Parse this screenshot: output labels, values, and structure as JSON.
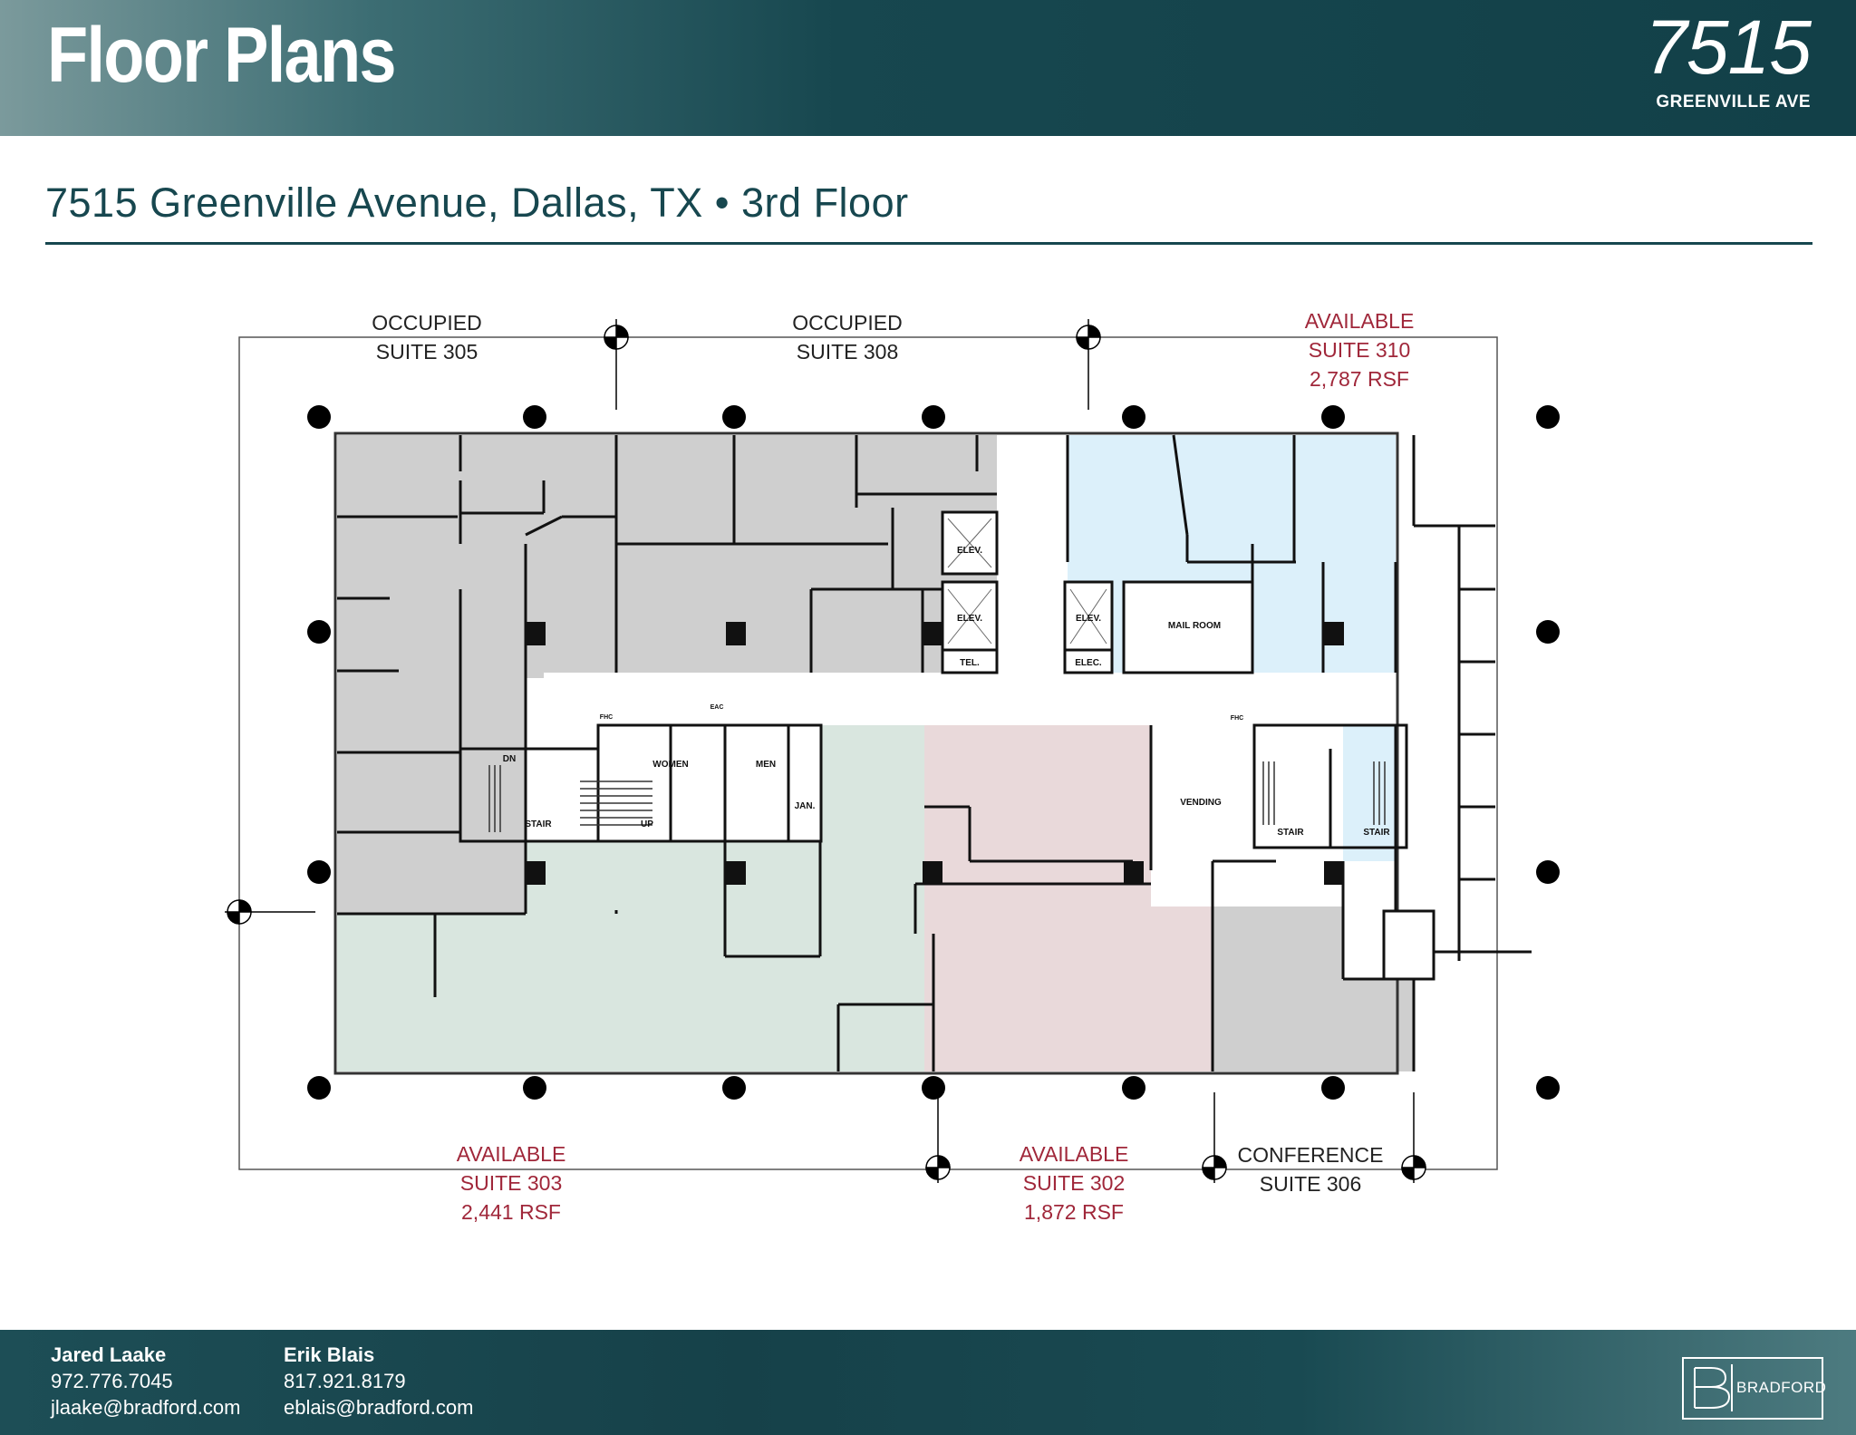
{
  "header": {
    "title": "Floor Plans",
    "logo_number": "7515",
    "logo_text": "GREENVILLE AVE"
  },
  "subtitle": "7515 Greenville Avenue, Dallas, TX • 3rd Floor",
  "colors": {
    "brand_teal": "#17474f",
    "available_red": "#a0273a",
    "occupied_gray": "#cfcfcf",
    "suite_310_blue": "#dcf0fa",
    "suite_303_green": "#d9e6df",
    "suite_302_pink": "#e9d9da"
  },
  "suites": {
    "s305": {
      "status": "OCCUPIED",
      "name": "SUITE 305",
      "rsf": ""
    },
    "s308": {
      "status": "OCCUPIED",
      "name": "SUITE 308",
      "rsf": ""
    },
    "s310": {
      "status": "AVAILABLE",
      "name": "SUITE 310",
      "rsf": "2,787 RSF"
    },
    "s303": {
      "status": "AVAILABLE",
      "name": "SUITE 303",
      "rsf": "2,441 RSF"
    },
    "s302": {
      "status": "AVAILABLE",
      "name": "SUITE 302",
      "rsf": "1,872 RSF"
    },
    "s306": {
      "status": "CONFERENCE",
      "name": "SUITE 306",
      "rsf": ""
    }
  },
  "rooms": {
    "elev1": "ELEV.",
    "elev2": "ELEV.",
    "elev3": "ELEV.",
    "tel": "TEL.",
    "elec": "ELEC.",
    "mail": "MAIL ROOM",
    "women": "WOMEN",
    "men": "MEN",
    "jan": "JAN.",
    "stair1": "STAIR",
    "stair2": "STAIR",
    "stair3": "STAIR",
    "dn": "DN",
    "up": "UP",
    "vending": "VENDING",
    "fhc1": "FHC",
    "fhc2": "FHC",
    "eac": "EAC"
  },
  "contacts": [
    {
      "name": "Jared Laake",
      "phone": "972.776.7045",
      "email": "jlaake@bradford.com"
    },
    {
      "name": "Erik Blais",
      "phone": "817.921.8179",
      "email": "eblais@bradford.com"
    }
  ],
  "brand": {
    "name": "BRADFORD"
  }
}
